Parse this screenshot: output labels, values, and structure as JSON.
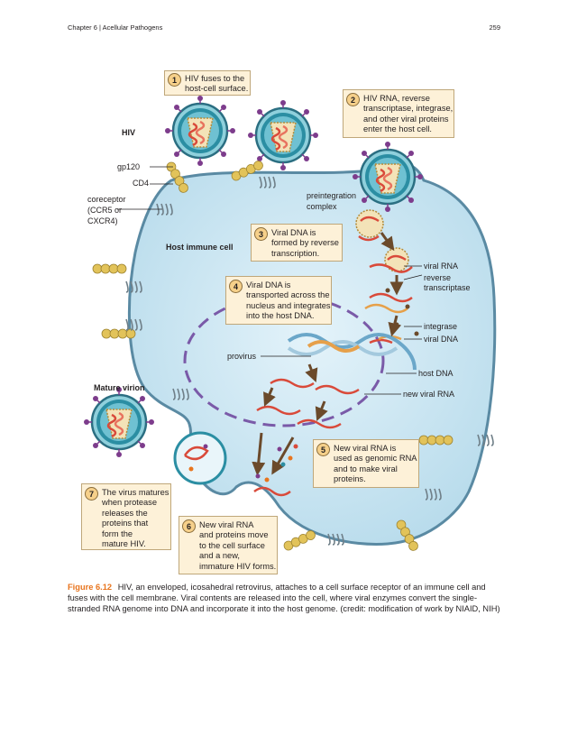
{
  "header": {
    "chapter": "Chapter 6 | Acellular Pathogens",
    "page_number": "259"
  },
  "labels": {
    "hiv": "HIV",
    "gp120": "gp120",
    "cd4": "CD4",
    "coreceptor_line1": "coreceptor",
    "coreceptor_line2": "(CCR5 or",
    "coreceptor_line3": "CXCR4)",
    "host_cell": "Host immune cell",
    "preintegration_line1": "preintegration",
    "preintegration_line2": "complex",
    "viral_rna": "viral RNA",
    "reverse_line1": "reverse",
    "reverse_line2": "transcriptase",
    "integrase": "integrase",
    "viral_dna": "viral DNA",
    "provirus": "provirus",
    "host_dna": "host DNA",
    "new_viral_rna": "new viral RNA",
    "mature_virion": "Mature virion"
  },
  "steps": [
    {
      "number": "1",
      "lines": [
        "HIV fuses to the",
        "host-cell surface."
      ]
    },
    {
      "number": "2",
      "lines": [
        "HIV RNA, reverse",
        "transcriptase, integrase,",
        "and other viral proteins",
        "enter the host cell."
      ]
    },
    {
      "number": "3",
      "lines": [
        "Viral DNA is",
        "formed by reverse",
        "transcription."
      ]
    },
    {
      "number": "4",
      "lines": [
        "Viral DNA is",
        "transported across the",
        "nucleus and integrates",
        "into the host DNA."
      ]
    },
    {
      "number": "5",
      "lines": [
        "New viral RNA is",
        "used as genomic RNA",
        "and to make viral",
        "proteins."
      ]
    },
    {
      "number": "6",
      "lines": [
        "New viral RNA",
        "and proteins move",
        "to the cell surface",
        "and a new,",
        "immature HIV forms."
      ]
    },
    {
      "number": "7",
      "lines": [
        "The virus matures",
        "when protease",
        "releases the",
        "proteins that",
        "form the",
        "mature HIV."
      ]
    }
  ],
  "caption": {
    "figure_label": "Figure 6.12",
    "text": "HIV, an enveloped, icosahedral retrovirus, attaches to a cell surface receptor of an immune cell and fuses with the cell membrane. Viral contents are released into the cell, where viral enzymes convert the single-stranded RNA genome into DNA and incorporate it into the host genome. (credit: modification of work by NIAID, NIH)"
  },
  "colors": {
    "cytoplasm": "#cfe8f3",
    "membrane": "#5a8aa3",
    "virus_shell": "#2b8ea3",
    "capsid": "#f3e3b8",
    "rna": "#d94a3a",
    "nucleus_border": "#7a5aa8",
    "step_box": "#fdf1d8",
    "step_badge": "#f6d08a",
    "receptor": "#e2c35a",
    "caption_label": "#e8741d"
  }
}
